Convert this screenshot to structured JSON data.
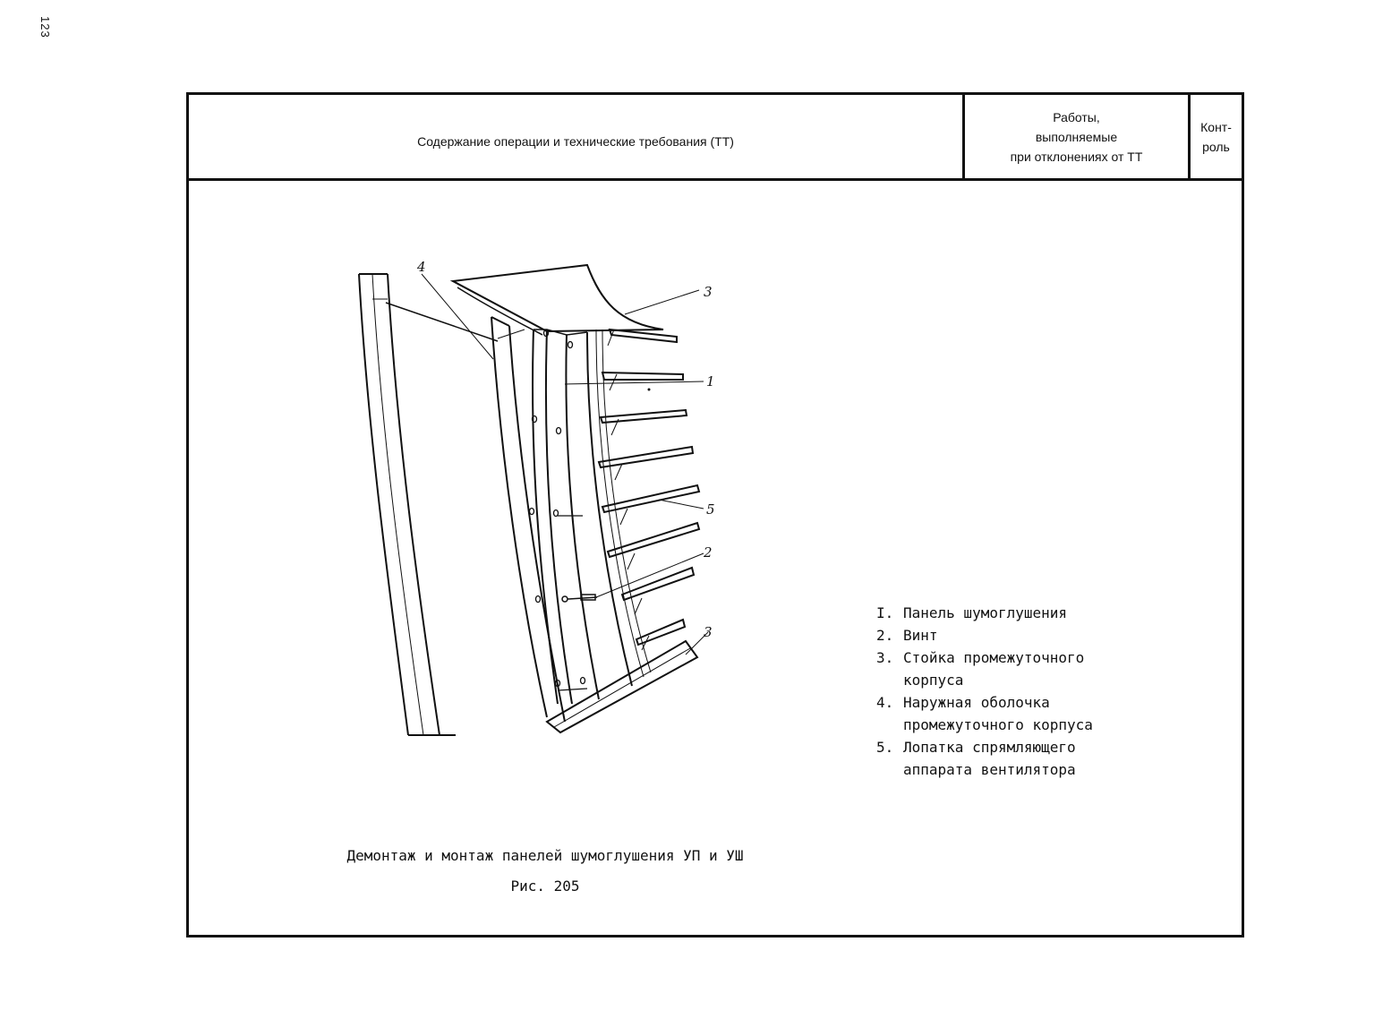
{
  "page": {
    "number": "123"
  },
  "header": {
    "content_title": "Содержание операции и технические требования (ТТ)",
    "works_lines": [
      "Работы,",
      "выполняемые",
      "при отклонениях от ТТ"
    ],
    "control_lines": [
      "Конт-",
      "роль"
    ]
  },
  "drawing": {
    "callouts": [
      "4",
      "3",
      "1",
      "5",
      "2",
      "3"
    ]
  },
  "legend": {
    "items": [
      {
        "num": "I.",
        "text": "Панель шумоглушения"
      },
      {
        "num": "2.",
        "text": "Винт"
      },
      {
        "num": "3.",
        "text": "Стойка промежуточного корпуса"
      },
      {
        "num": "4.",
        "text": "Наружная оболочка промежуточного корпуса"
      },
      {
        "num": "5.",
        "text": "Лопатка спрямляющего аппарата вентилятора"
      }
    ]
  },
  "caption": {
    "title": "Демонтаж и монтаж панелей шумоглушения УП и УШ",
    "figure": "Рис. 205"
  }
}
